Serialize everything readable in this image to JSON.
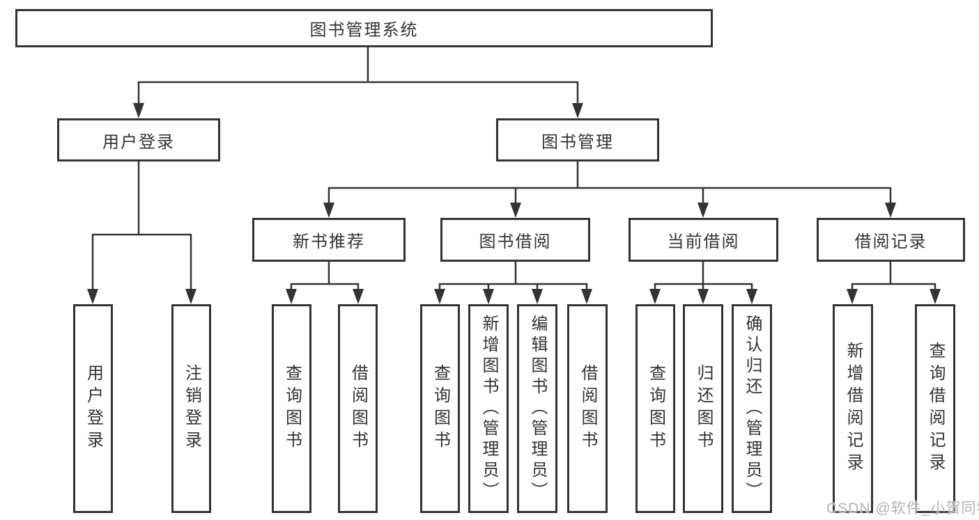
{
  "diagram": {
    "type": "hierarchy-diagram",
    "watermark": "CSDN @软件_小贺同学",
    "colors": {
      "line": "#333333",
      "box_border": "#333333",
      "text": "#333333",
      "background": "#ffffff",
      "watermark": "#b3b3b3"
    }
  },
  "nodes": {
    "root": {
      "label": "图书管理系统"
    },
    "user_login": {
      "label": "用户登录",
      "children": [
        "用户登录",
        "注销登录"
      ]
    },
    "book_management": {
      "label": "图书管理"
    },
    "new_book": {
      "label": "新书推荐",
      "children": [
        "查询图书",
        "借阅图书"
      ]
    },
    "borrowing": {
      "label": "图书借阅",
      "children": [
        "查询图书",
        "新增图书（管理员）",
        "编辑图书（管理员）",
        "借阅图书"
      ]
    },
    "current": {
      "label": "当前借阅",
      "children": [
        "查询图书",
        "归还图书",
        "确认归还（管理员）"
      ]
    },
    "records": {
      "label": "借阅记录",
      "children": [
        "新增借阅记录",
        "查询借阅记录"
      ]
    }
  }
}
